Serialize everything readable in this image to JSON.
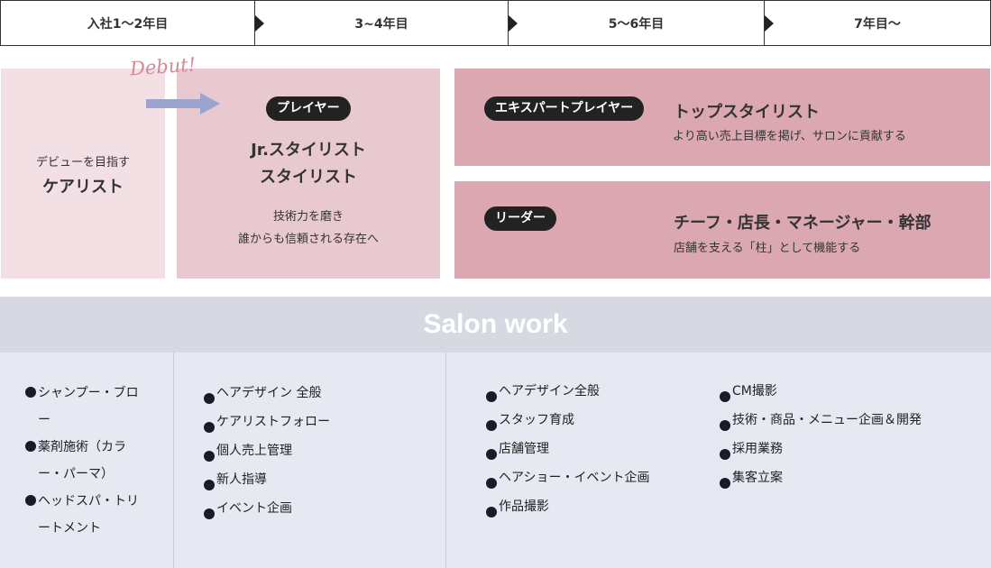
{
  "timeline": {
    "periods": [
      "入社1〜2年目",
      "3~4年目",
      "5〜6年目",
      "7年目〜"
    ]
  },
  "debut": "Debut!",
  "stages": {
    "care": {
      "sub": "デビューを目指す",
      "title": "ケアリスト"
    },
    "player": {
      "badge": "プレイヤー",
      "title1": "Jr.スタイリスト",
      "title2": "スタイリスト",
      "desc1": "技術力を磨き",
      "desc2": "誰からも信頼される存在へ"
    },
    "expert": {
      "badge": "エキスパートプレイヤー",
      "title": "トップスタイリスト",
      "desc": "より高い売上目標を掲げ、サロンに貢献する"
    },
    "leader": {
      "badge": "リーダー",
      "title": "チーフ・店長・マネージャー・幹部",
      "desc": "店舗を支える「柱」として機能する"
    }
  },
  "salon": {
    "title": "Salon work",
    "col1": [
      "シャンプー・ブロー",
      "薬剤施術（カラー・パーマ）",
      "ヘッドスパ・トリートメント"
    ],
    "col2": [
      "ヘアデザイン 全般",
      "ケアリストフォロー",
      "個人売上管理",
      "新人指導",
      "イベント企画"
    ],
    "col3": [
      "ヘアデザイン全般",
      "スタッフ育成",
      "店舗管理",
      "ヘアショー・イベント企画",
      "作品撮影"
    ],
    "col4": [
      "CM撮影",
      "技術・商品・メニュー企画＆開発",
      "採用業務",
      "集客立案"
    ]
  },
  "colors": {
    "stage_light": "#f3e0e5",
    "stage_mid": "#e9c9d0",
    "stage_dark": "#dba8b1",
    "salon_header": "#d6d9e2",
    "salon_body": "#e6e8f2",
    "debut_arrow": "#9aa4cc",
    "debut_text": "#d08a9a"
  }
}
